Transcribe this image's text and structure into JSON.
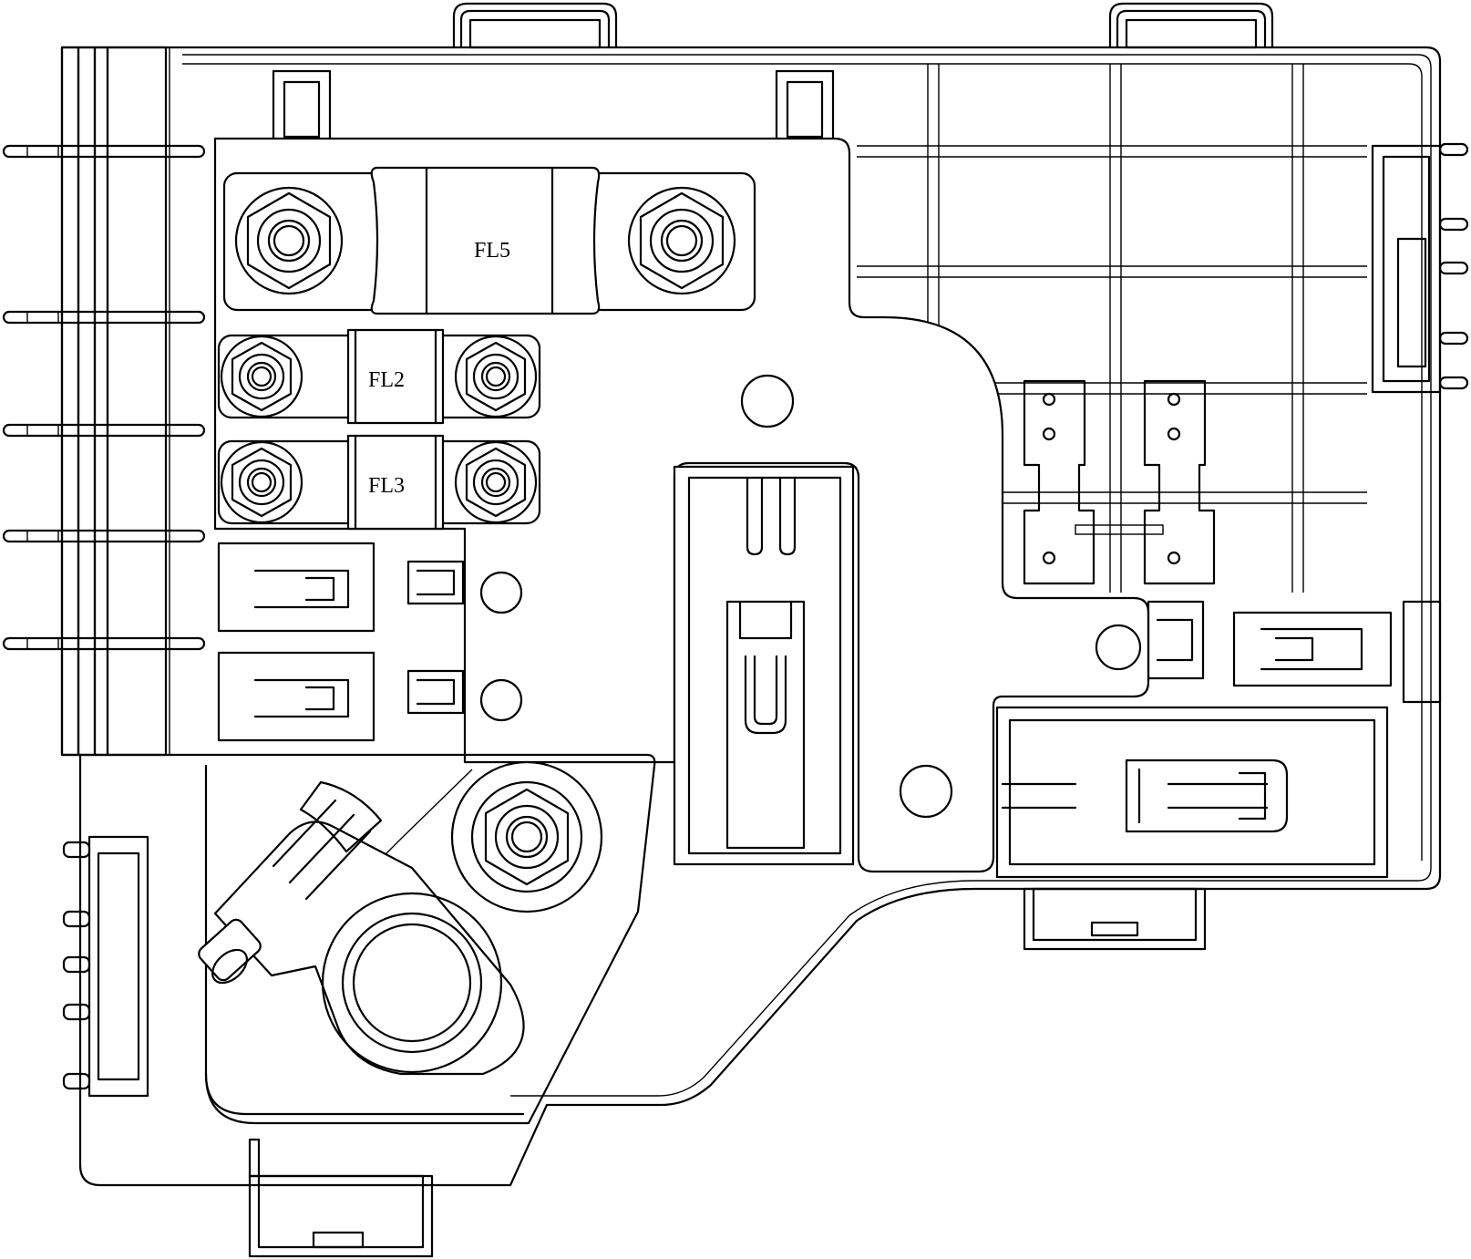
{
  "diagram": {
    "stroke_color": "#000000",
    "background_color": "#ffffff",
    "fuses": [
      {
        "id": "fl5",
        "label": "FL5"
      },
      {
        "id": "fl2",
        "label": "FL2"
      },
      {
        "id": "fl3",
        "label": "FL3"
      }
    ]
  }
}
